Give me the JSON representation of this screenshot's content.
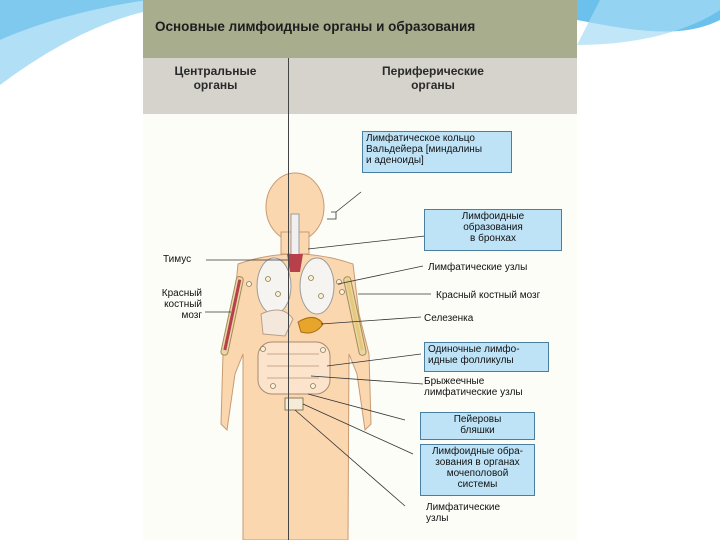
{
  "title": "Основные лимфоидные органы и образования",
  "columns": {
    "central": [
      "Центральные",
      "органы"
    ],
    "peripheral": [
      "Периферические",
      "органы"
    ]
  },
  "left_labels": {
    "thymus": "Тимус",
    "red_marrow": [
      "Красный",
      "костный",
      "мозг"
    ]
  },
  "right_labels": {
    "waldeyer_ring": [
      "Лимфатическое кольцо",
      "Вальдейера [миндалины",
      "и аденоиды]"
    ],
    "bronchial": [
      "Лимфоидные",
      "образования",
      "в бронхах"
    ],
    "lymph_nodes_upper": "Лимфатические узлы",
    "red_marrow_right": "Красный костный мозг",
    "spleen": "Селезенка",
    "solitary_follicles": [
      "Одиночные лимфо-",
      "идные фолликулы"
    ],
    "mesenteric_nodes": [
      "Брыжеечные",
      "лимфатические узлы"
    ],
    "peyer_patches": [
      "Пейеровы",
      "бляшки"
    ],
    "urogenital": [
      "Лимфоидные обра-",
      "зования в органах",
      "мочеполовой",
      "системы"
    ],
    "lymph_nodes_lower": [
      "Лимфатические",
      "узлы"
    ]
  },
  "colors": {
    "title_bar": "#a8ad8e",
    "column_header": "#d6d3cd",
    "body_skin": "#fbd7b0",
    "label_box": "#bfe3f6",
    "thymus": "#b8404a",
    "spleen": "#e7a52b"
  }
}
